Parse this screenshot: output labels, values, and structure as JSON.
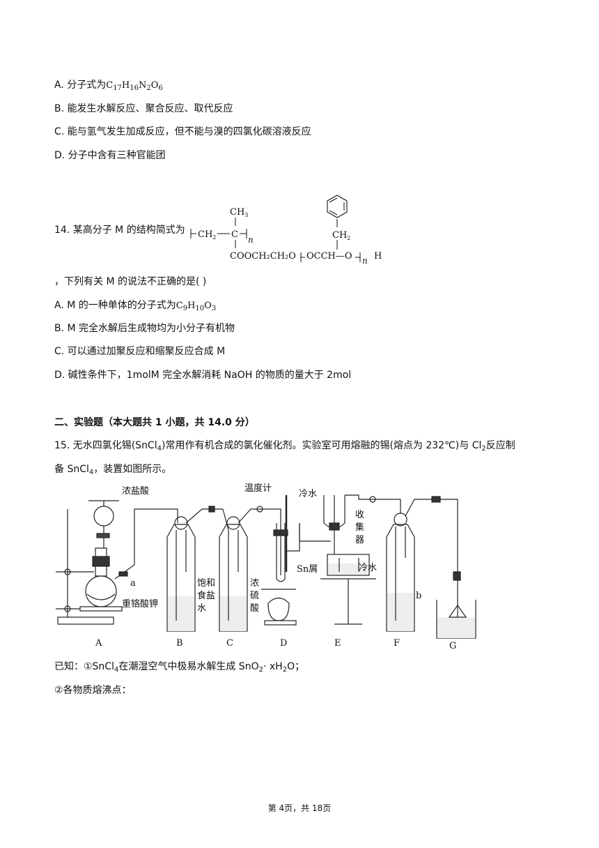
{
  "q13": {
    "options": [
      {
        "prefix": "A.  分子式为",
        "formula": [
          "C",
          "17",
          "H",
          "16",
          "N",
          "2",
          "O",
          "6"
        ],
        "suffix": ""
      },
      {
        "prefix": "B.  能发生水解反应、聚合反应、取代反应"
      },
      {
        "prefix": "C.  能与氢气发生加成反应，但不能与溴的四氯化碳溶液反应"
      },
      {
        "prefix": "D.  分子中含有三种官能团"
      }
    ]
  },
  "q14": {
    "stem": "14. 某高分子 M 的结构简式为",
    "after": "，下列有关 M 的说法不正确的是(    )",
    "struct": {
      "ch3": "CH",
      "ch3_sub": "3",
      "ch2a": "CH",
      "ch2a_sub": "2",
      "c": "C",
      "n1": "n",
      "coo": "COOCH₂CH₂O",
      "ch2b": "CH",
      "ch2b_sub": "2",
      "occh": "OCCH—O",
      "n2": "n",
      "h": "H"
    },
    "optA_prefix": "A. M 的一种单体的分子式为",
    "optB": "B. M 完全水解后生成物均为小分子有机物",
    "optC": "C.  可以通过加聚反应和缩聚反应合成 M",
    "optD": "D.  碱性条件下，1molM 完全水解消耗 NaOH 的物质的量大于 2mol"
  },
  "section2": "二、实验题（本大题共 1 小题，共 14.0 分）",
  "q15": {
    "line1_a": "15. 无水四氯化锡(SnCl",
    "line1_b": ")常用作有机合成的氯化催化剂。实验室可用熔融的锡(熔点为 232℃)与 Cl",
    "line1_c": "反应制",
    "line2_a": "备 SnCl",
    "line2_b": "，装置如图所示。",
    "known1_a": "已知：①SnCl",
    "known1_b": "在潮湿空气中极易水解生成 SnO",
    "known1_c": "·  xH",
    "known1_d": "O；",
    "known2": "②各物质熔沸点："
  },
  "apparatus": {
    "labels": {
      "hcl": "浓盐酸",
      "thermo": "温度计",
      "coldwater1": "冷水",
      "collector": [
        "收",
        "集",
        "器"
      ],
      "coldwater2": "冷水",
      "sn": "Sn屑",
      "a": "a",
      "kcr": "重铬酸钾",
      "brine": [
        "饱和",
        "食盐",
        "水"
      ],
      "h2so4": [
        "浓",
        "硫",
        "酸"
      ],
      "b": "b"
    },
    "letters": [
      "A",
      "B",
      "C",
      "D",
      "E",
      "F",
      "G"
    ]
  },
  "footer": "第 4页，共 18页"
}
